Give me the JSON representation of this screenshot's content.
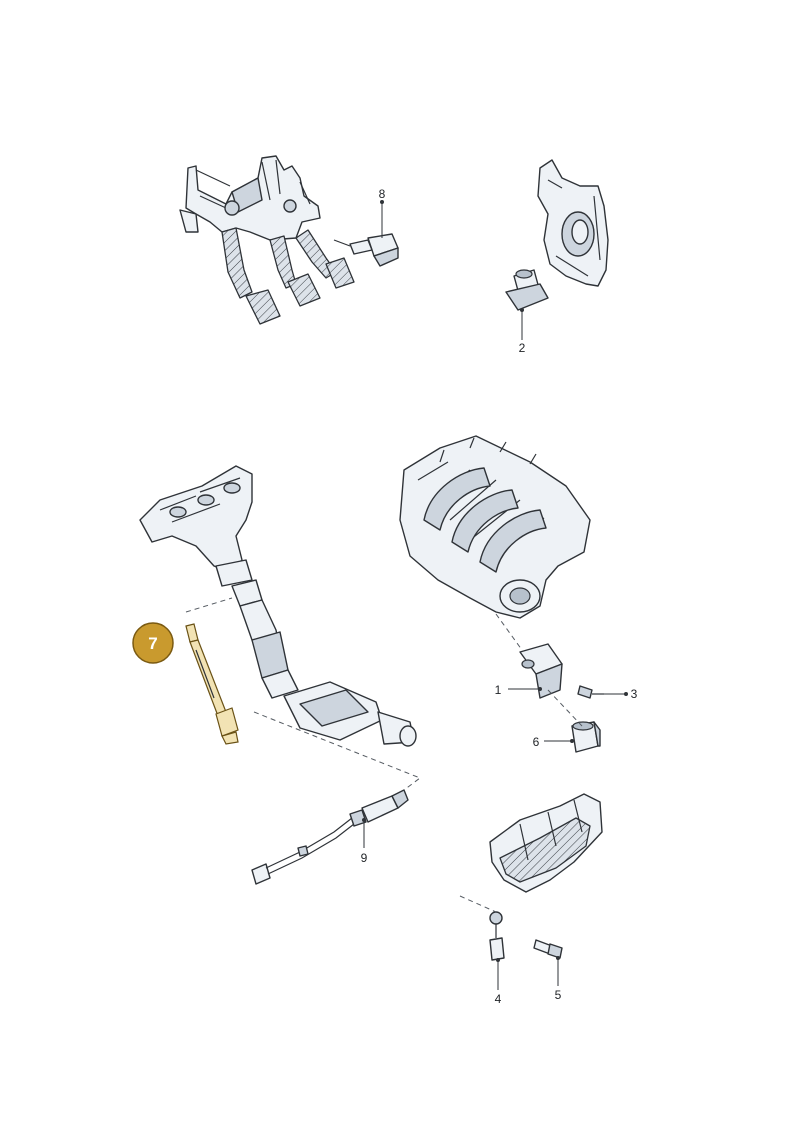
{
  "callouts": [
    {
      "id": "1",
      "label": "1"
    },
    {
      "id": "2",
      "label": "2"
    },
    {
      "id": "3",
      "label": "3"
    },
    {
      "id": "4",
      "label": "4"
    },
    {
      "id": "5",
      "label": "5"
    },
    {
      "id": "6",
      "label": "6"
    },
    {
      "id": "7",
      "label": "7"
    },
    {
      "id": "8",
      "label": "8"
    },
    {
      "id": "9",
      "label": "9"
    }
  ],
  "highlight": {
    "label": "7",
    "color": "#c99a2e"
  },
  "colors": {
    "line": "#2f3338",
    "part_fill": "#eef2f6",
    "highlight_part": "#f2e3b4"
  }
}
